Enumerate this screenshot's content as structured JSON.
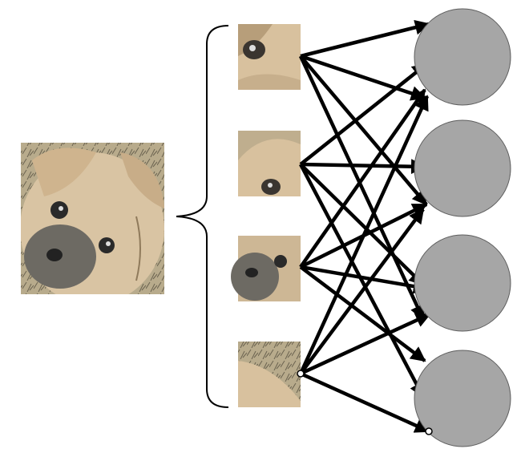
{
  "colors": {
    "background": "#ffffff",
    "arrow": "#000000",
    "node_fill": "#a6a6a6",
    "photo_bg": "#cbbd9f"
  },
  "diagram": {
    "source_image": {
      "icon": "dog-photo"
    },
    "patches": [
      {
        "icon": "dog-eye-patch"
      },
      {
        "icon": "dog-ear-patch"
      },
      {
        "icon": "dog-nose-patch"
      },
      {
        "icon": "dog-fur-patch"
      }
    ],
    "nodes": [
      {
        "icon": "gray-circle-node"
      },
      {
        "icon": "gray-circle-node"
      },
      {
        "icon": "gray-circle-node"
      },
      {
        "icon": "gray-circle-node"
      }
    ],
    "connections": [
      [
        0,
        0
      ],
      [
        0,
        1
      ],
      [
        0,
        2
      ],
      [
        0,
        3
      ],
      [
        1,
        0
      ],
      [
        1,
        1
      ],
      [
        1,
        2
      ],
      [
        1,
        3
      ],
      [
        2,
        0
      ],
      [
        2,
        1
      ],
      [
        2,
        2
      ],
      [
        2,
        3
      ],
      [
        3,
        0
      ],
      [
        3,
        1
      ],
      [
        3,
        2
      ],
      [
        3,
        3
      ]
    ]
  }
}
